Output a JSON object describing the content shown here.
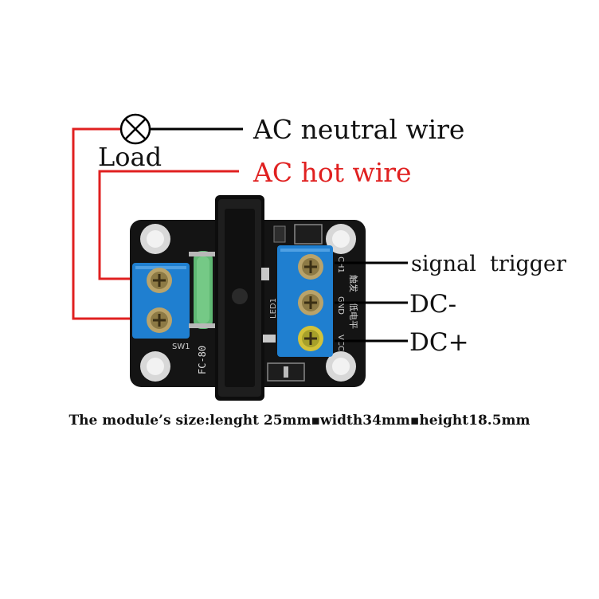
{
  "labels": {
    "load": "Load",
    "ac_neutral": "AC neutral wire",
    "ac_hot": "AC hot wire",
    "signal": "signal  trigger",
    "dc_minus": "DC-",
    "dc_plus": "DC+"
  },
  "board": {
    "fuse_text": "FC-80",
    "ssr_text": "SW1",
    "pin_ch": "CH1",
    "pin_gnd": "GND",
    "pin_vcc": "VCC",
    "cn_trigger": "触发",
    "cn_low": "低电平",
    "led_text": "LED1"
  },
  "caption": "The module’s size:lenght 25mm▪width34mm▪height18.5mm",
  "colors": {
    "hot_wire": "#e02020",
    "neutral_wire": "#000000",
    "terminal_blue": "#1f7fd0",
    "pcb_black": "#141414",
    "fuse_green": "#5fb873"
  }
}
